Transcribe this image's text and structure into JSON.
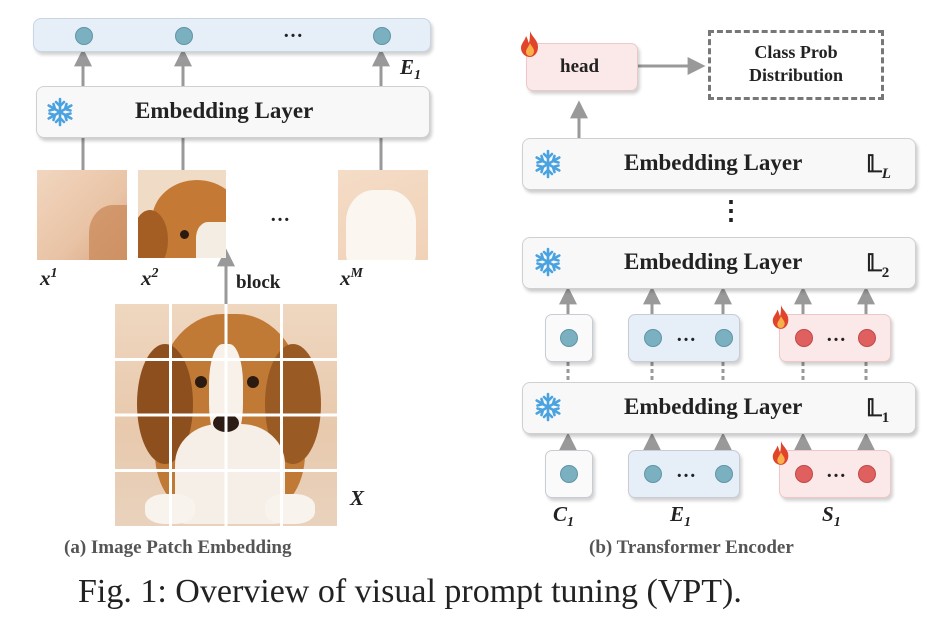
{
  "panel_a": {
    "top_token_ellipsis": "…",
    "embedding_label": "Embedding Layer",
    "e_label": "E",
    "e_sub": "1",
    "patch_x": "x",
    "patch_1_sup": "1",
    "patch_2_sup": "2",
    "patch_m_sup": "M",
    "patch_ellipsis": "…",
    "block_label": "block",
    "image_label": "X",
    "caption": "(a) Image Patch Embedding"
  },
  "panel_b": {
    "head_label": "head",
    "class_prob_line1": "Class Prob",
    "class_prob_line2": "Distribution",
    "layers": [
      {
        "label": "Embedding Layer",
        "sym": "𝕃",
        "sub": "L"
      },
      {
        "label": "Embedding Layer",
        "sym": "𝕃",
        "sub": "2"
      },
      {
        "label": "Embedding Layer",
        "sym": "𝕃",
        "sub": "1"
      }
    ],
    "vdots": "⋮",
    "token_ellipsis": "…",
    "c_label": "C",
    "c_sub": "1",
    "e_label": "E",
    "e_sub": "1",
    "s_label": "S",
    "s_sub": "1",
    "caption": "(b) Transformer Encoder"
  },
  "figure_caption": "Fig. 1: Overview of visual prompt tuning (VPT).",
  "colors": {
    "token_teal": "#7ab0c0",
    "token_red": "#e06060",
    "prompt_box": "#fbe8e8",
    "embed_box": "#e6eef8",
    "head_box": "#fbe8e8",
    "arrow": "#999999",
    "snowflake": "#4aa3e0",
    "flame": "#e0452b"
  }
}
